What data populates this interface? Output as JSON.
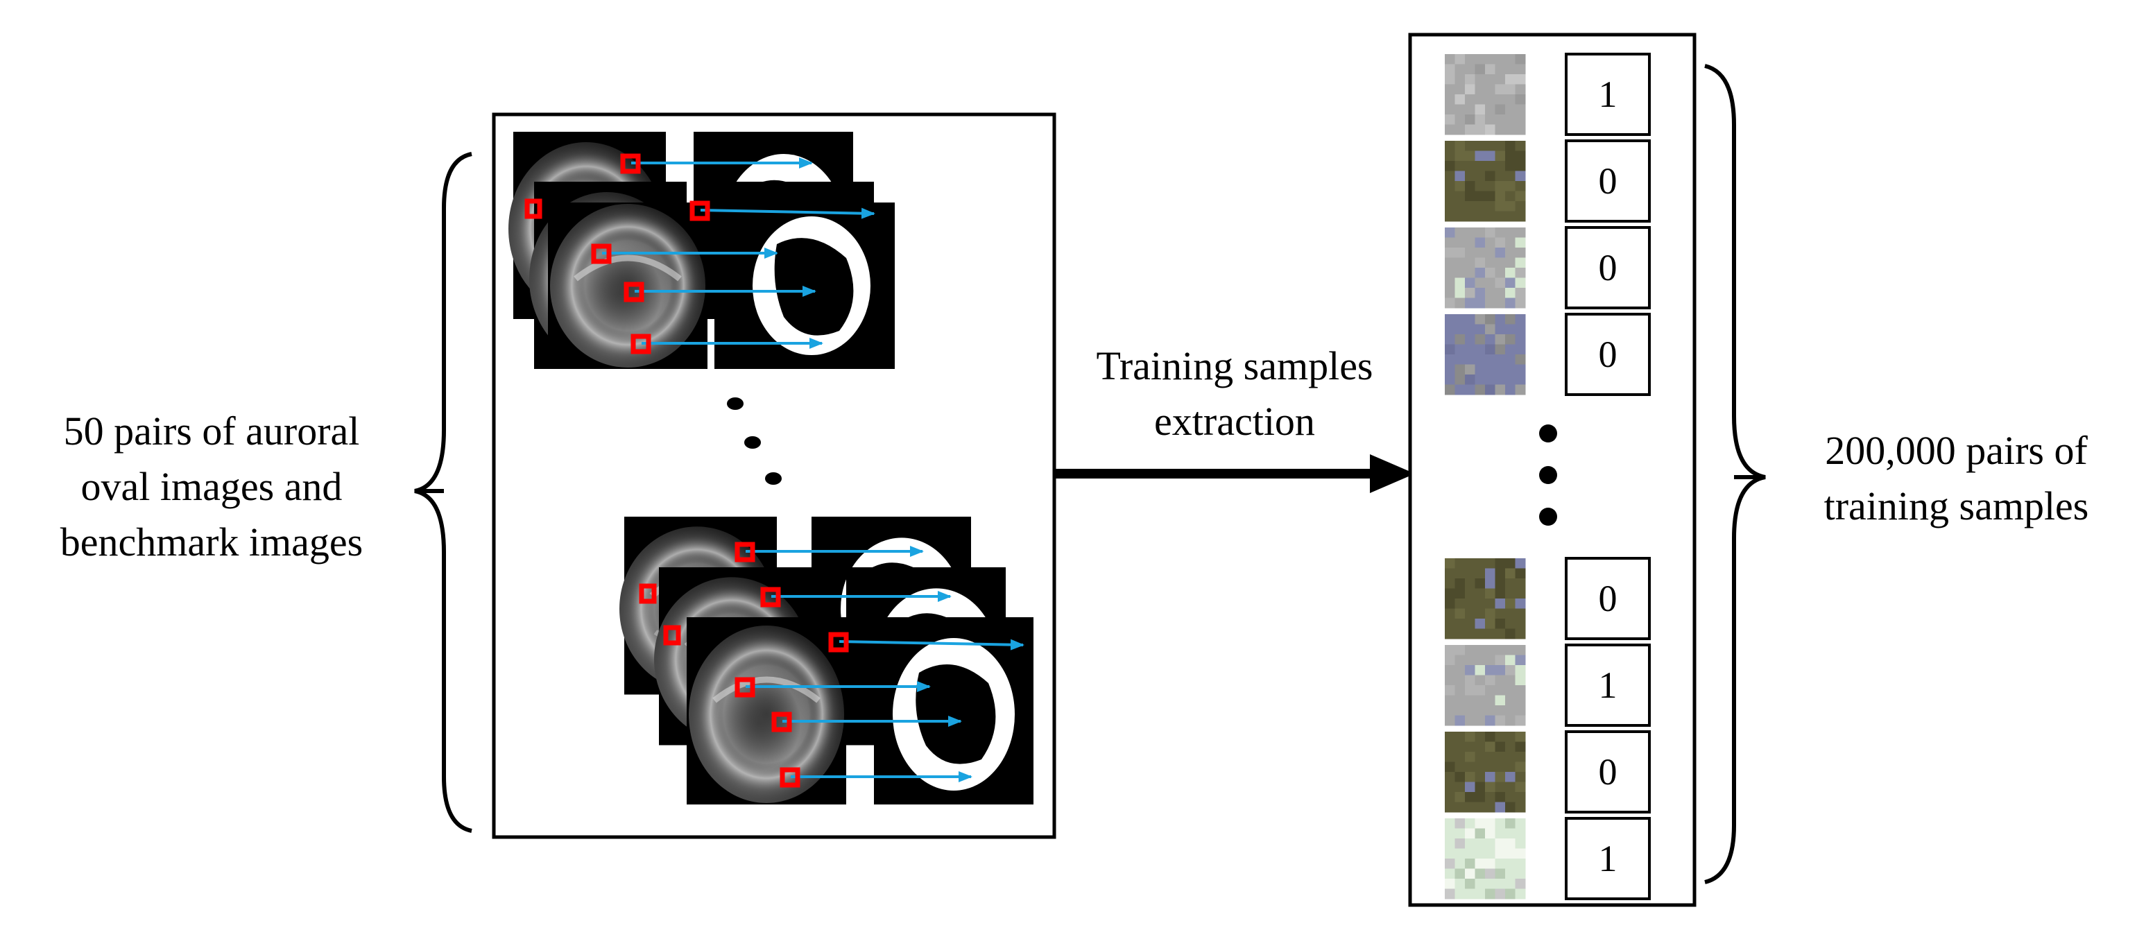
{
  "left_label": [
    "50 pairs of auroral",
    "oval images and",
    "benchmark images"
  ],
  "middle_label": [
    "Training samples",
    "extraction"
  ],
  "right_label": [
    "200,000 pairs of",
    "training samples"
  ],
  "sample_labels": [
    "1",
    "0",
    "0",
    "0",
    "0",
    "1",
    "0",
    "1"
  ],
  "colors": {
    "marker": "#ff0000",
    "arrow": "#1aa3e0",
    "patch_gray": "#a7a7a7",
    "patch_olive": "#5d5b37",
    "patch_blue": "#7a7fa8",
    "patch_mint": "#d9ead6"
  }
}
